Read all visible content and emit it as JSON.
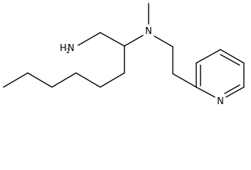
{
  "molecule": {
    "labels": {
      "amine_h": "H",
      "amine_h_count": "2",
      "amine_n": "N",
      "tertiary_n": "N",
      "pyridine_n": "N"
    },
    "bond_color": "#000000",
    "background": "#ffffff"
  }
}
